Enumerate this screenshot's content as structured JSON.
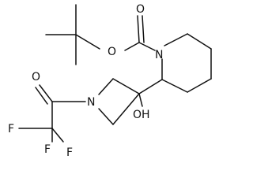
{
  "molecule": {
    "atoms": [
      {
        "id": "O_carbonyl",
        "label": "O"
      },
      {
        "id": "O_ester",
        "label": "O"
      },
      {
        "id": "N_piperidine",
        "label": "N"
      },
      {
        "id": "O_acyl",
        "label": "O"
      },
      {
        "id": "N_azetidine",
        "label": "N"
      },
      {
        "id": "OH",
        "label": "OH"
      },
      {
        "id": "F_top",
        "label": "F"
      },
      {
        "id": "F_left",
        "label": "F"
      },
      {
        "id": "F_bottom",
        "label": "F"
      }
    ]
  }
}
